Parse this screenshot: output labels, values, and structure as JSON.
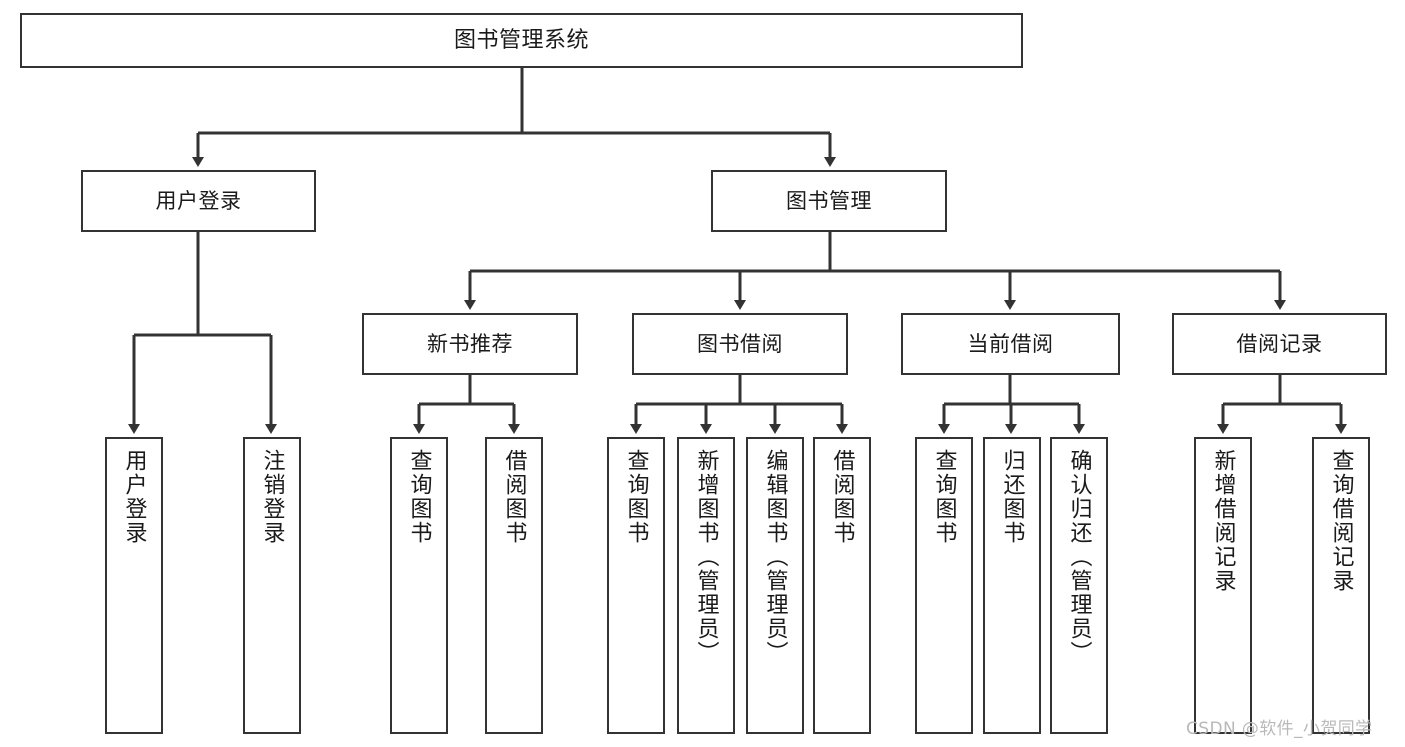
{
  "diagram": {
    "type": "tree-hierarchy",
    "title": "图书管理系统",
    "style": {
      "box_border": "#333333",
      "box_fill": "#ffffff",
      "edge_color": "#333333",
      "background": "#ffffff",
      "text_color": "#1a1a1a"
    },
    "levels": {
      "level0": [
        "图书管理系统"
      ],
      "level1": [
        "用户登录",
        "图书管理"
      ],
      "level2": [
        "新书推荐",
        "图书借阅",
        "当前借阅",
        "借阅记录"
      ],
      "level3": [
        "用户登录",
        "注销登录",
        "查询图书",
        "借阅图书",
        "查询图书",
        "新增图书（管理员）",
        "编辑图书（管理员）",
        "借阅图书",
        "查询图书",
        "归还图书",
        "确认归还（管理员）",
        "新增借阅记录",
        "查询借阅记录"
      ]
    },
    "nodes": {
      "root": {
        "label": "图书管理系统"
      },
      "user_login": {
        "label": "用户登录"
      },
      "book_mgmt": {
        "label": "图书管理"
      },
      "new_book_rec": {
        "label": "新书推荐"
      },
      "book_borrow": {
        "label": "图书借阅"
      },
      "current_borrow": {
        "label": "当前借阅"
      },
      "borrow_record": {
        "label": "借阅记录"
      },
      "leaf_user_login": {
        "label": "用户登录"
      },
      "leaf_logout": {
        "label": "注销登录"
      },
      "leaf_query_book_a": {
        "label": "查询图书"
      },
      "leaf_borrow_book_a": {
        "label": "借阅图书"
      },
      "leaf_query_book_b": {
        "label": "查询图书"
      },
      "leaf_add_book": {
        "label": "新增图书（管理员）"
      },
      "leaf_edit_book": {
        "label": "编辑图书（管理员）"
      },
      "leaf_borrow_book_b": {
        "label": "借阅图书"
      },
      "leaf_query_book_c": {
        "label": "查询图书"
      },
      "leaf_return_book": {
        "label": "归还图书"
      },
      "leaf_confirm_return": {
        "label": "确认归还（管理员）"
      },
      "leaf_add_record": {
        "label": "新增借阅记录"
      },
      "leaf_query_record": {
        "label": "查询借阅记录"
      }
    },
    "edges": [
      {
        "from": "root",
        "to": "user_login"
      },
      {
        "from": "root",
        "to": "book_mgmt"
      },
      {
        "from": "user_login",
        "to": "leaf_user_login"
      },
      {
        "from": "user_login",
        "to": "leaf_logout"
      },
      {
        "from": "book_mgmt",
        "to": "new_book_rec"
      },
      {
        "from": "book_mgmt",
        "to": "book_borrow"
      },
      {
        "from": "book_mgmt",
        "to": "current_borrow"
      },
      {
        "from": "book_mgmt",
        "to": "borrow_record"
      },
      {
        "from": "new_book_rec",
        "to": "leaf_query_book_a"
      },
      {
        "from": "new_book_rec",
        "to": "leaf_borrow_book_a"
      },
      {
        "from": "book_borrow",
        "to": "leaf_query_book_b"
      },
      {
        "from": "book_borrow",
        "to": "leaf_add_book"
      },
      {
        "from": "book_borrow",
        "to": "leaf_edit_book"
      },
      {
        "from": "book_borrow",
        "to": "leaf_borrow_book_b"
      },
      {
        "from": "current_borrow",
        "to": "leaf_query_book_c"
      },
      {
        "from": "current_borrow",
        "to": "leaf_return_book"
      },
      {
        "from": "current_borrow",
        "to": "leaf_confirm_return"
      },
      {
        "from": "borrow_record",
        "to": "leaf_add_record"
      },
      {
        "from": "borrow_record",
        "to": "leaf_query_record"
      }
    ]
  },
  "watermark": {
    "text": "CSDN @软件_小贺同学"
  }
}
